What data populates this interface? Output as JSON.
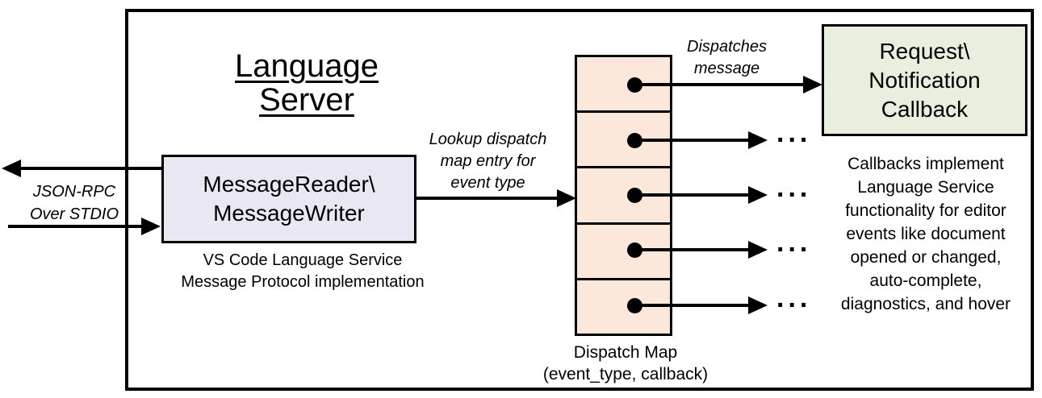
{
  "title": "Language Server",
  "io": {
    "line1": "JSON-RPC",
    "line2": "Over STDIO"
  },
  "reader": {
    "line1": "MessageReader\\",
    "line2": "MessageWriter",
    "caption1": "VS Code Language Service",
    "caption2": "Message Protocol implementation"
  },
  "lookup": {
    "line1": "Lookup dispatch",
    "line2": "map entry for",
    "line3": "event type"
  },
  "dispatch": {
    "label1": "Dispatches",
    "label2": "message",
    "ellipsis": "...",
    "caption1": "Dispatch Map",
    "caption2": "(event_type, callback)"
  },
  "callback": {
    "line1": "Request\\",
    "line2": "Notification",
    "line3": "Callback"
  },
  "note": {
    "lines": [
      "Callbacks implement",
      "Language Service",
      "functionality for editor",
      "events like document",
      "opened or changed,",
      "auto-complete,",
      "diagnostics, and hover"
    ]
  },
  "colors": {
    "ink": "#000000",
    "reader_fill": "#E9E7F1",
    "map_fill": "#FBE8DA",
    "callback_fill": "#E9EFDF"
  }
}
